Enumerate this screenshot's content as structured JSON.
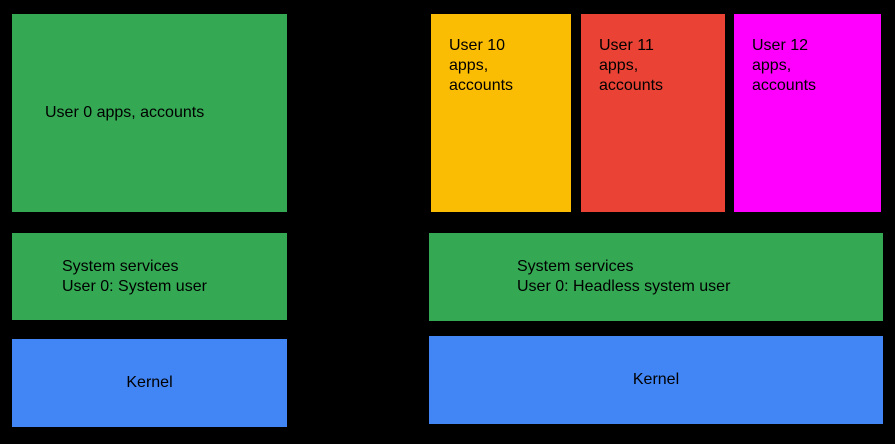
{
  "diagram": {
    "background": "#000000",
    "text_color": "#000000",
    "left_stack": {
      "apps_box": {
        "label": "User 0 apps, accounts",
        "color": "#34A853"
      },
      "services_box": {
        "lines": [
          "System services",
          "User 0: System user"
        ],
        "color": "#34A853"
      },
      "kernel_box": {
        "label": "Kernel",
        "color": "#4285F4"
      }
    },
    "right_stack": {
      "user_boxes": [
        {
          "lines": [
            "User 10",
            "apps,",
            "accounts"
          ],
          "color": "#FBBC04"
        },
        {
          "lines": [
            "User 11",
            "apps,",
            "accounts"
          ],
          "color": "#EA4335"
        },
        {
          "lines": [
            "User 12",
            "apps,",
            "accounts"
          ],
          "color": "#FF00FF"
        }
      ],
      "services_box": {
        "lines": [
          "System services",
          "User 0: Headless system user"
        ],
        "color": "#34A853"
      },
      "kernel_box": {
        "label": "Kernel",
        "color": "#4285F4"
      }
    }
  }
}
